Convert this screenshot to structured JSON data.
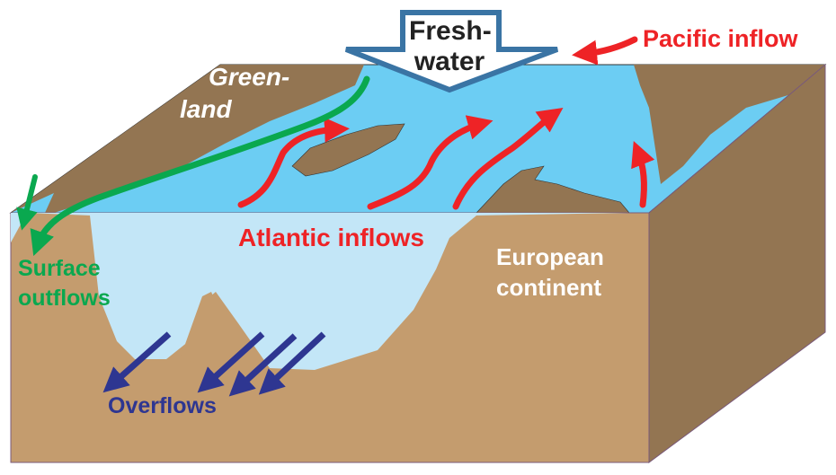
{
  "labels": {
    "freshwater_line1": "Fresh-",
    "freshwater_line2": "water",
    "pacific_inflow": "Pacific inflow",
    "greenland_line1": "Green-",
    "greenland_line2": "land",
    "atlantic_inflows": "Atlantic inflows",
    "european_line1": "European",
    "european_line2": "continent",
    "surface_line1": "Surface",
    "surface_line2": "outflows",
    "overflows": "Overflows"
  },
  "colors": {
    "ocean_surface": "#6ccdf3",
    "ocean_section": "#c3e6f7",
    "land_top": "#937552",
    "land_section": "#c49c6e",
    "atlantic_red": "#ee2326",
    "surface_green": "#0aa84f",
    "overflow_blue": "#2e3691",
    "freshwater_border": "#3a74a4"
  }
}
